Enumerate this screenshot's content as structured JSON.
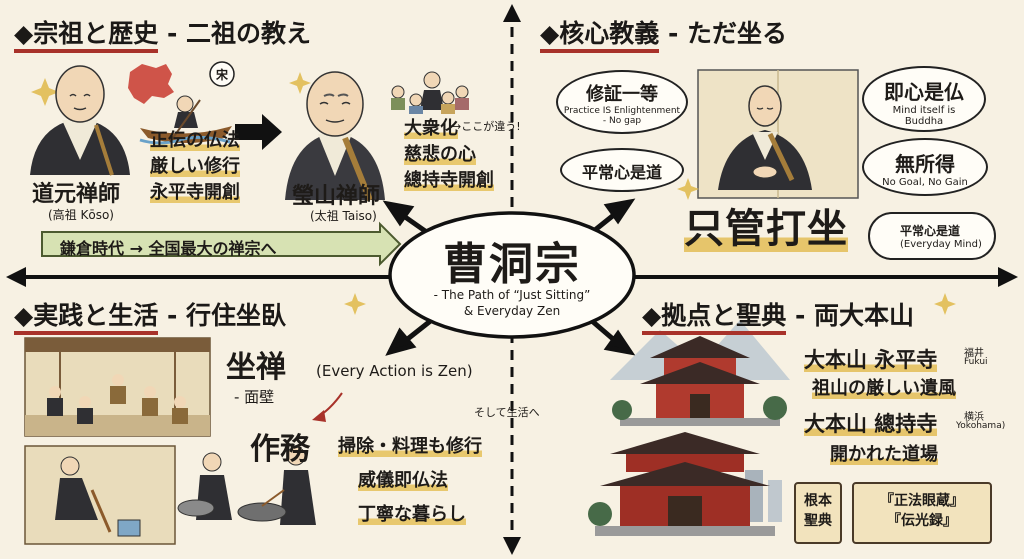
{
  "center": {
    "title": "曹洞宗",
    "subtitle_1": "- The Path of “Just Sitting”",
    "subtitle_2": "& Everyday Zen"
  },
  "q1": {
    "heading_left": "◆宗祖と歴史",
    "heading_right": " - 二祖の教え",
    "song_label": "宋",
    "dogen_name": "道元禅師",
    "dogen_title": "(高祖 Kōso)",
    "dogen_points": [
      "正伝の仏法",
      "厳しい修行",
      "永平寺開創"
    ],
    "keizan_name": "瑩山禅師",
    "keizan_title": "(太祖 Taiso)",
    "keizan_points": [
      "大衆化",
      "慈悲の心",
      "總持寺開創"
    ],
    "difference_note": "→ここが違う!",
    "era_banner": "鎌倉時代 → 全国最大の禅宗へ"
  },
  "q2": {
    "heading_left": "◆核心教義",
    "heading_right": " - ただ坐る",
    "shusho_title": "修証一等",
    "shusho_sub_1": "Practice IS Enlightenment",
    "shusho_sub_2": "- No gap",
    "heijoshin_1": "平常心是道",
    "sokushin_title": "即心是仏",
    "sokushin_sub_1": "Mind itself is",
    "sokushin_sub_2": "Buddha",
    "mushotoku_title": "無所得",
    "mushotoku_sub": "No Goal, No Gain",
    "shikantaza": "只管打坐",
    "heijoshin_2_title": "平常心是道",
    "heijoshin_2_sub": "(Everyday Mind)"
  },
  "q3": {
    "heading_left": "◆実践と生活",
    "heading_right": " - 行住坐臥",
    "zazen": "坐禅",
    "menpeki": "- 面壁",
    "every_action": "(Every Action is Zen)",
    "samu": "作務",
    "samu_points": [
      "掃除・料理も修行",
      "威儀即仏法",
      "丁寧な暮らし"
    ],
    "and_life": "そして生活へ"
  },
  "q4": {
    "heading_left": "◆拠点と聖典",
    "heading_right": " - 両大本山",
    "eiheiji": "大本山 永平寺",
    "eiheiji_loc_jp": "福井",
    "eiheiji_loc_en": "Fukui",
    "eiheiji_desc": "祖山の厳しい遺風",
    "sojiji": "大本山 總持寺",
    "sojiji_loc_jp": "横浜",
    "sojiji_loc_en": "Yokohama)",
    "sojiji_desc": "開かれた道場",
    "scroll_left_1": "根本",
    "scroll_left_2": "聖典",
    "scroll_right_1": "『正法眼蔵』",
    "scroll_right_2": "『伝光録』"
  },
  "colors": {
    "accent_red": "#a8322a",
    "highlight_yellow": "#e6c56b",
    "banner_green": "#d7e2b3",
    "robe_dark": "#2f2f33",
    "paper": "#f7f1e3"
  }
}
